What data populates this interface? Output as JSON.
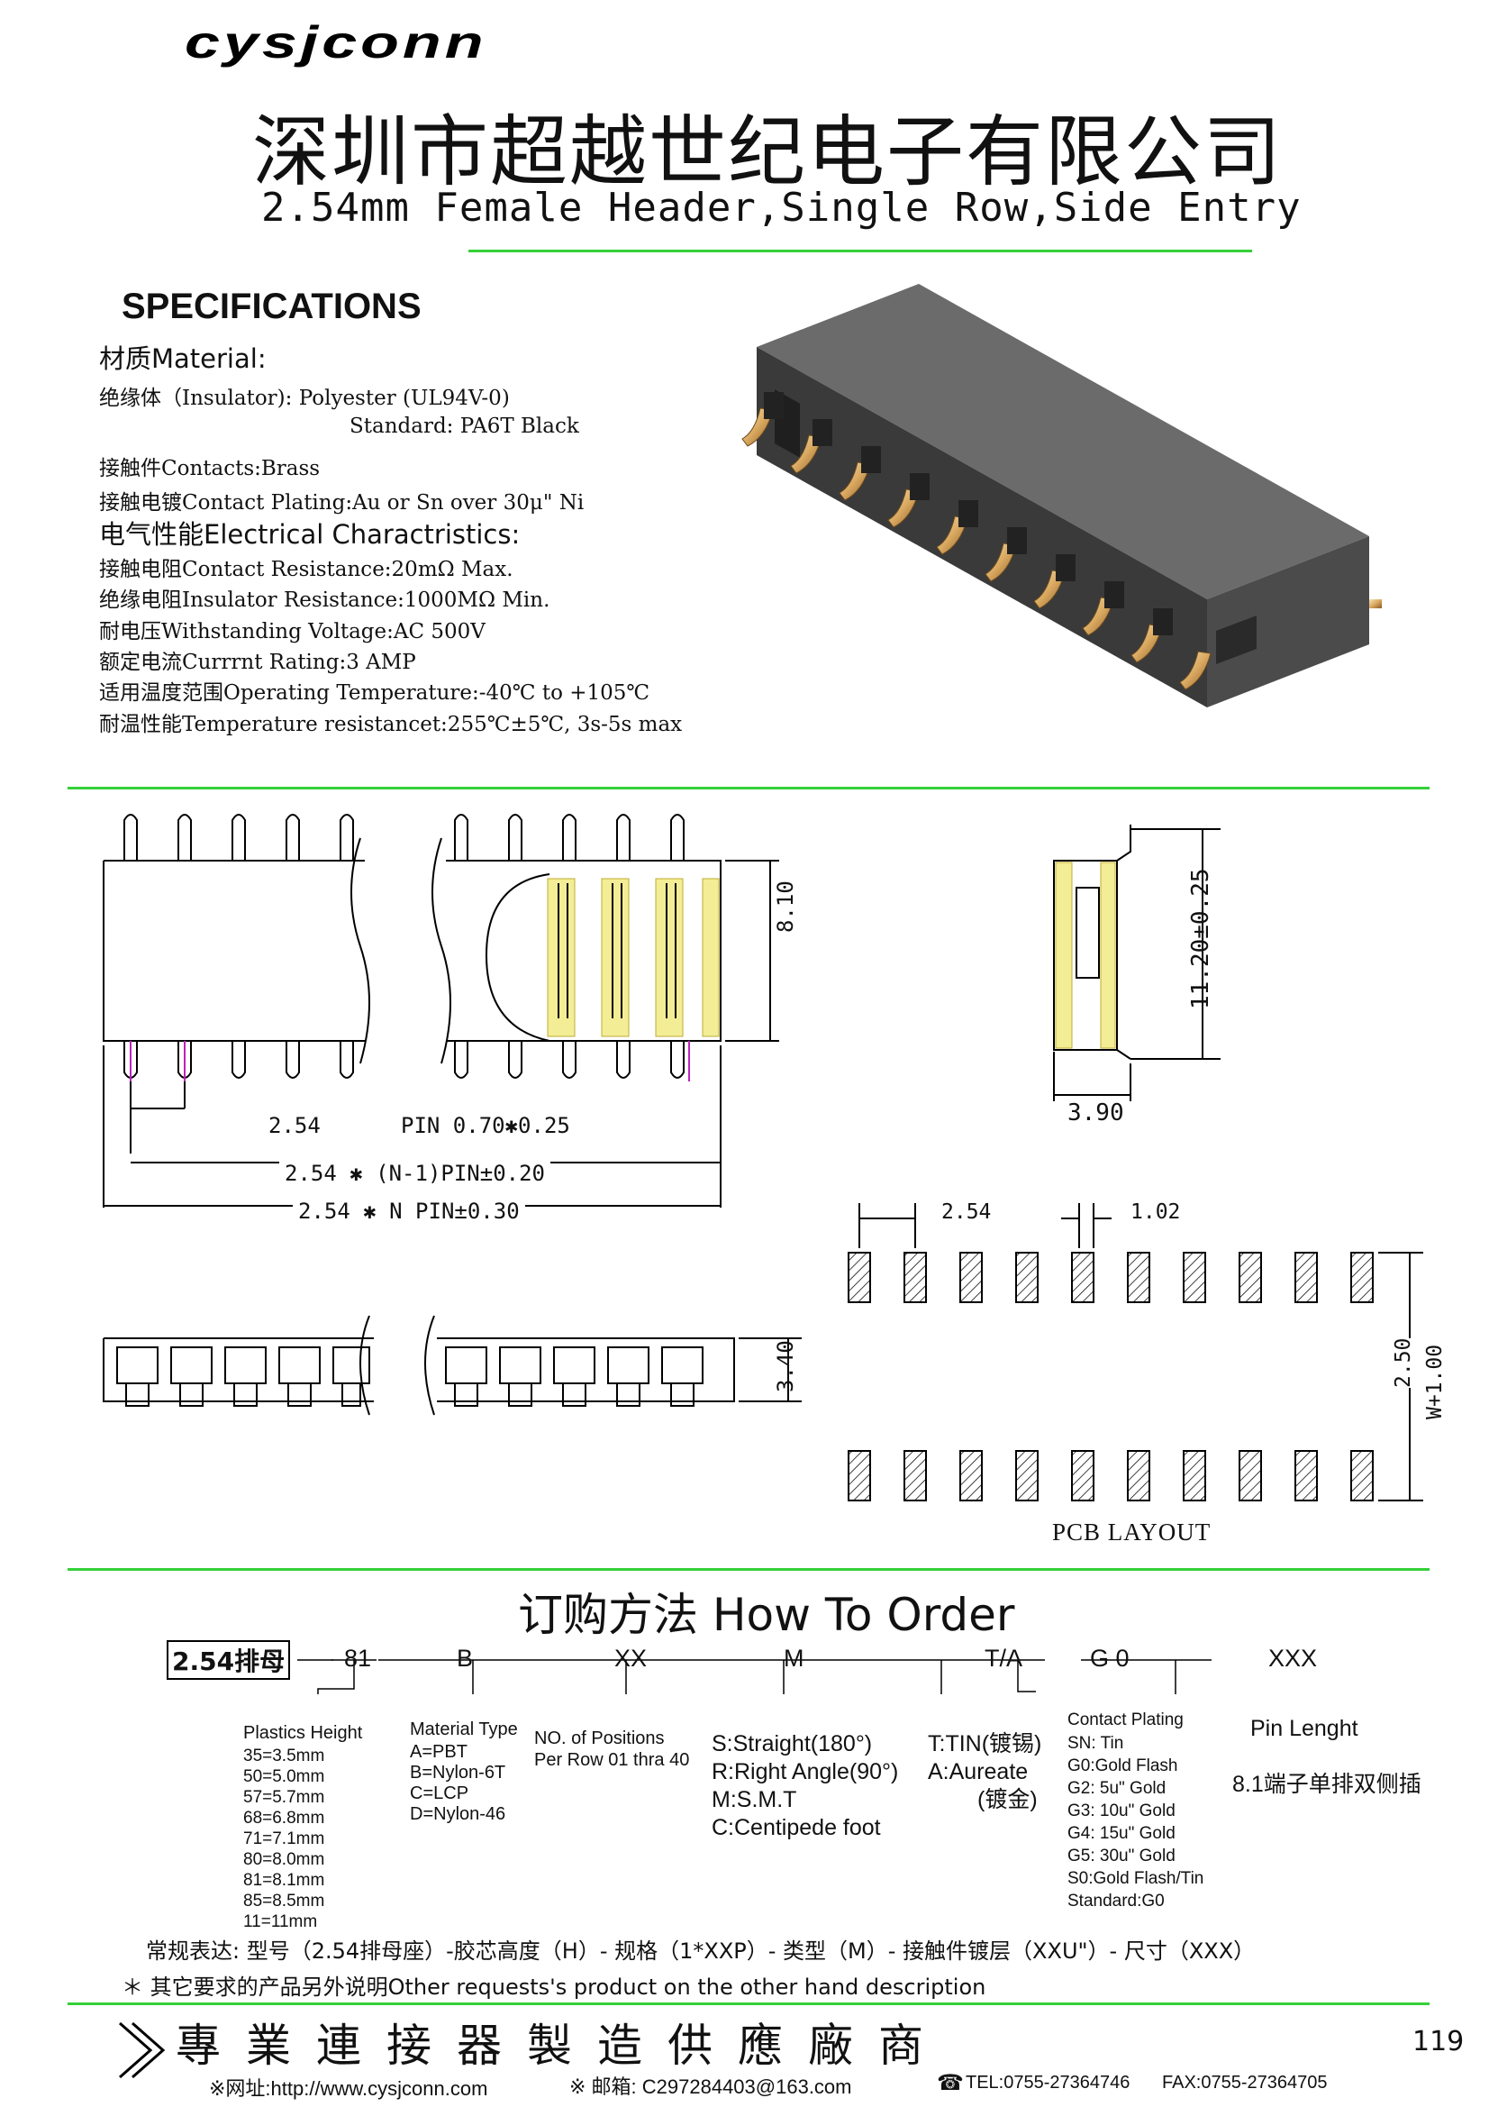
{
  "header": {
    "logo": "cysjconn",
    "company": "深圳市超越世纪电子有限公司",
    "subtitle": "2.54mm Female Header,Single Row,Side Entry"
  },
  "specs": {
    "heading": "SPECIFICATIONS",
    "material_heading": "材质Material:",
    "insulator": "绝缘体（Insulator): Polyester (UL94V-0)",
    "insulator_std": "Standard: PA6T Black",
    "contacts": "接触件Contacts:Brass",
    "plating": "接触电镀Contact Plating:Au or Sn over 30μ\" Ni",
    "electrical_heading": "电气性能Electrical Charactristics:",
    "contact_res": "接触电阻Contact Resistance:20mΩ Max.",
    "insulator_res": "绝缘电阻Insulator Resistance:1000MΩ Min.",
    "voltage": "耐电压Withstanding Voltage:AC 500V",
    "current": "额定电流Currrnt Rating:3 AMP",
    "temp": "适用温度范围Operating Temperature:-40℃ to +105℃",
    "temp_res": "耐温性能Temperature resistancet:255℃±5℃, 3s-5s max"
  },
  "drawing": {
    "dim_height": "8.10",
    "dim_pitch": "2.54",
    "dim_pin": "PIN 0.70✱0.25",
    "dim_n1": "2.54 ✱ (N-1)PIN±0.20",
    "dim_n": "2.54 ✱ N PIN±0.30",
    "dim_side_height": "11.20±0.25",
    "dim_side_width": "3.90",
    "dim_bottom_height": "3.40",
    "pcb_pitch": "2.54",
    "pcb_pad": "1.02",
    "pcb_row": "2.50",
    "pcb_w": "W+1.00",
    "pcb_label": "PCB LAYOUT"
  },
  "order": {
    "title": "订购方法 How To Order",
    "code_prefix": "2.54排母",
    "codes": [
      "81",
      "B",
      "XX",
      "M",
      "T/A",
      "G 0",
      "XXX"
    ],
    "plastics_heading": "Plastics Height",
    "plastics": [
      "35=3.5mm",
      "50=5.0mm",
      "57=5.7mm",
      "68=6.8mm",
      "71=7.1mm",
      "80=8.0mm",
      "81=8.1mm",
      "85=8.5mm",
      "11=11mm"
    ],
    "material_heading": "Material Type",
    "materials": [
      "A=PBT",
      "B=Nylon-6T",
      "C=LCP",
      "D=Nylon-46"
    ],
    "positions_1": "NO. of Positions",
    "positions_2": "Per Row 01 thra 40",
    "types": [
      "S:Straight(180°)",
      "R:Right Angle(90°)",
      "M:S.M.T",
      "C:Centipede foot"
    ],
    "plating_1": "T:TIN(镀锡)",
    "plating_2": "A:Aureate",
    "plating_3": "(镀金)",
    "contact_heading": "Contact Plating",
    "contact_items": [
      "SN: Tin",
      "G0:Gold Flash",
      "G2: 5u\" Gold",
      "G3: 10u\" Gold",
      "G4: 15u\" Gold",
      "G5: 30u\" Gold",
      "S0:Gold Flash/Tin",
      "Standard:G0"
    ],
    "pin_heading": "Pin Lenght",
    "pin_note": "8.1端子单排双侧插",
    "formula": "常规表达: 型号（2.54排母座）-胶芯高度（H）- 规格（1*XXP）- 类型（M）- 接触件镀层（XXU\"）- 尺寸（XXX）",
    "other": "＊ 其它要求的产品另外说明Other requests's product on the other hand description"
  },
  "footer": {
    "slogan": "專業連接器製造供應廠商",
    "page": "119",
    "web": "※网址:http://www.cysjconn.com",
    "email": "※ 邮箱: C297284403@163.com",
    "tel": "TEL:0755-27364746",
    "fax": "FAX:0755-27364705"
  }
}
